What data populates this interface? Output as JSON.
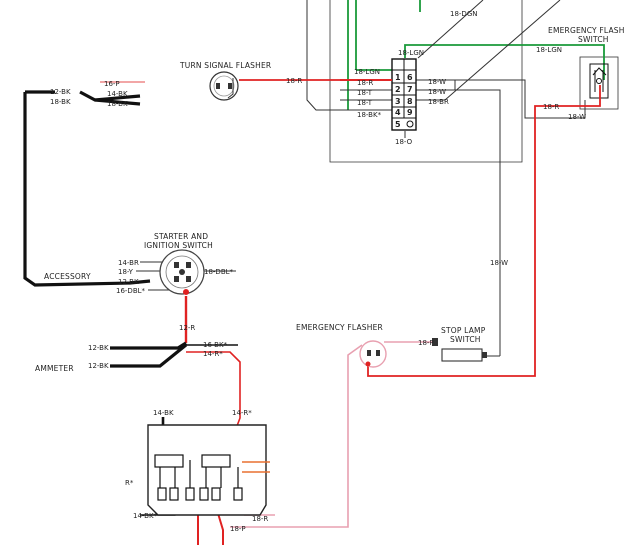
{
  "colors": {
    "black": "#111111",
    "red": "#e02222",
    "green": "#1a9a3a",
    "pink": "#e8a0b0",
    "thin": "#333333",
    "orange": "#e87030"
  },
  "components": {
    "turn_signal_flasher": "TURN SIGNAL FLASHER",
    "emergency_flasher_switch_line1": "EMERGENCY FLASH",
    "emergency_flasher_switch_line2": "SWITCH",
    "starter_line1": "STARTER AND",
    "starter_line2": "IGNITION SWITCH",
    "emergency_flasher": "EMERGENCY FLASHER",
    "stop_lamp_line1": "STOP LAMP",
    "stop_lamp_line2": "SWITCH",
    "accessory": "ACCESSORY",
    "ammeter": "AMMETER"
  },
  "wire_labels": {
    "dgn_top": "18-DGN",
    "lgn_conn_top": "18-LGN",
    "lgn_em_switch": "18-LGN",
    "r_flasher": "18-R",
    "lgn_left": "18-LGN",
    "r_left": "18-R",
    "t_left1": "18-T",
    "t_left2": "18-T",
    "bk_left": "18-BK*",
    "o_bottom": "18-O",
    "w_right1": "18-W",
    "w_right2": "18-W",
    "br_right": "18-BR",
    "r_em": "18-R",
    "w_em": "18-W",
    "w_vertical": "18-W",
    "p_top": "16-P",
    "bk12_top": "12-BK",
    "bk14_top": "14-BK",
    "bk18_left": "18-BK",
    "bk18_top": "18-BK",
    "br14": "14-BR",
    "y18": "18-Y",
    "bk12_ign": "12-BK",
    "dbl16": "16-DBL*",
    "dbl18": "18-DBL*",
    "r12": "12-R",
    "bk12_a": "12-BK",
    "bk12_b": "12-BK",
    "bk16_star": "16-BK*",
    "r14_star": "14-R*",
    "p18_stop": "18-P",
    "bk14_fuse": "14-BK",
    "r14_fuse": "14-R*",
    "r_star_fuse": "R*",
    "bk14_bottom": "14-BK*",
    "r18_bottom": "18-R",
    "p18_bottom": "18-P"
  },
  "connector_pins": [
    "1",
    "6",
    "2",
    "7",
    "3",
    "8",
    "4",
    "9",
    "5"
  ]
}
